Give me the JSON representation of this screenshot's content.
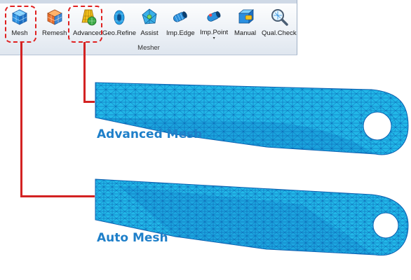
{
  "ribbon": {
    "buttons": [
      {
        "label": "Mesh",
        "icon": "mesh-cube-icon"
      },
      {
        "label": "Remesh",
        "icon": "remesh-icon"
      },
      {
        "label": "Advanced",
        "icon": "advanced-mesh-icon"
      },
      {
        "label": "Geo.Refine",
        "icon": "geo-refine-icon"
      },
      {
        "label": "Assist",
        "icon": "assist-icon"
      },
      {
        "label": "Imp.Edge",
        "icon": "imp-edge-icon"
      },
      {
        "label": "Imp.Point",
        "icon": "imp-point-icon"
      },
      {
        "label": "Manual",
        "icon": "manual-icon"
      },
      {
        "label": "Qual.Check",
        "icon": "quality-check-icon"
      }
    ],
    "group_title": "Mesher",
    "imp_point_caret": "▾"
  },
  "figures": {
    "advanced_mesh_title": "Advanced Mesh",
    "auto_mesh_title": "Auto Mesh"
  },
  "colors": {
    "highlight": "#e02020",
    "mesh_fill": "#22b8e8",
    "mesh_line": "#0a5fb0",
    "title_blue": "#1e7fc9"
  }
}
